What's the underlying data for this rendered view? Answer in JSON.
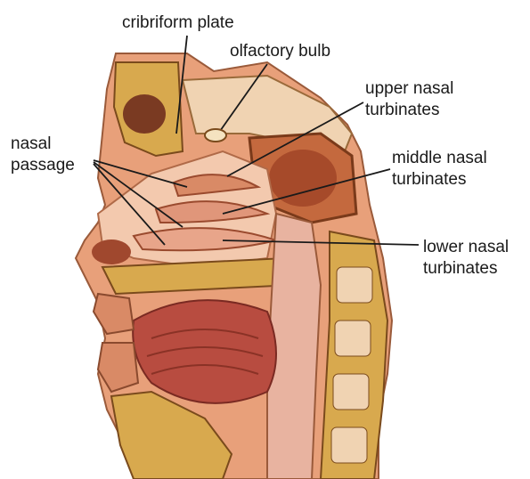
{
  "labels": {
    "cribriform_plate": "cribriform plate",
    "olfactory_bulb": "olfactory bulb",
    "upper_nasal_turbinates": [
      "upper nasal",
      "turbinates"
    ],
    "nasal_passage": [
      "nasal",
      "passage"
    ],
    "middle_nasal_turbinates": [
      "middle nasal",
      "turbinates"
    ],
    "lower_nasal_turbinates": [
      "lower nasal",
      "turbinates"
    ]
  },
  "colors": {
    "skin": "#e8a07a",
    "flesh": "#d98a66",
    "bone": "#d8a94e",
    "bone_dark": "#b7802c",
    "cavity": "#f3c9ae",
    "muscle": "#b84c40",
    "mucosa": "#e8b3a0",
    "leader": "#1a1a1a"
  }
}
